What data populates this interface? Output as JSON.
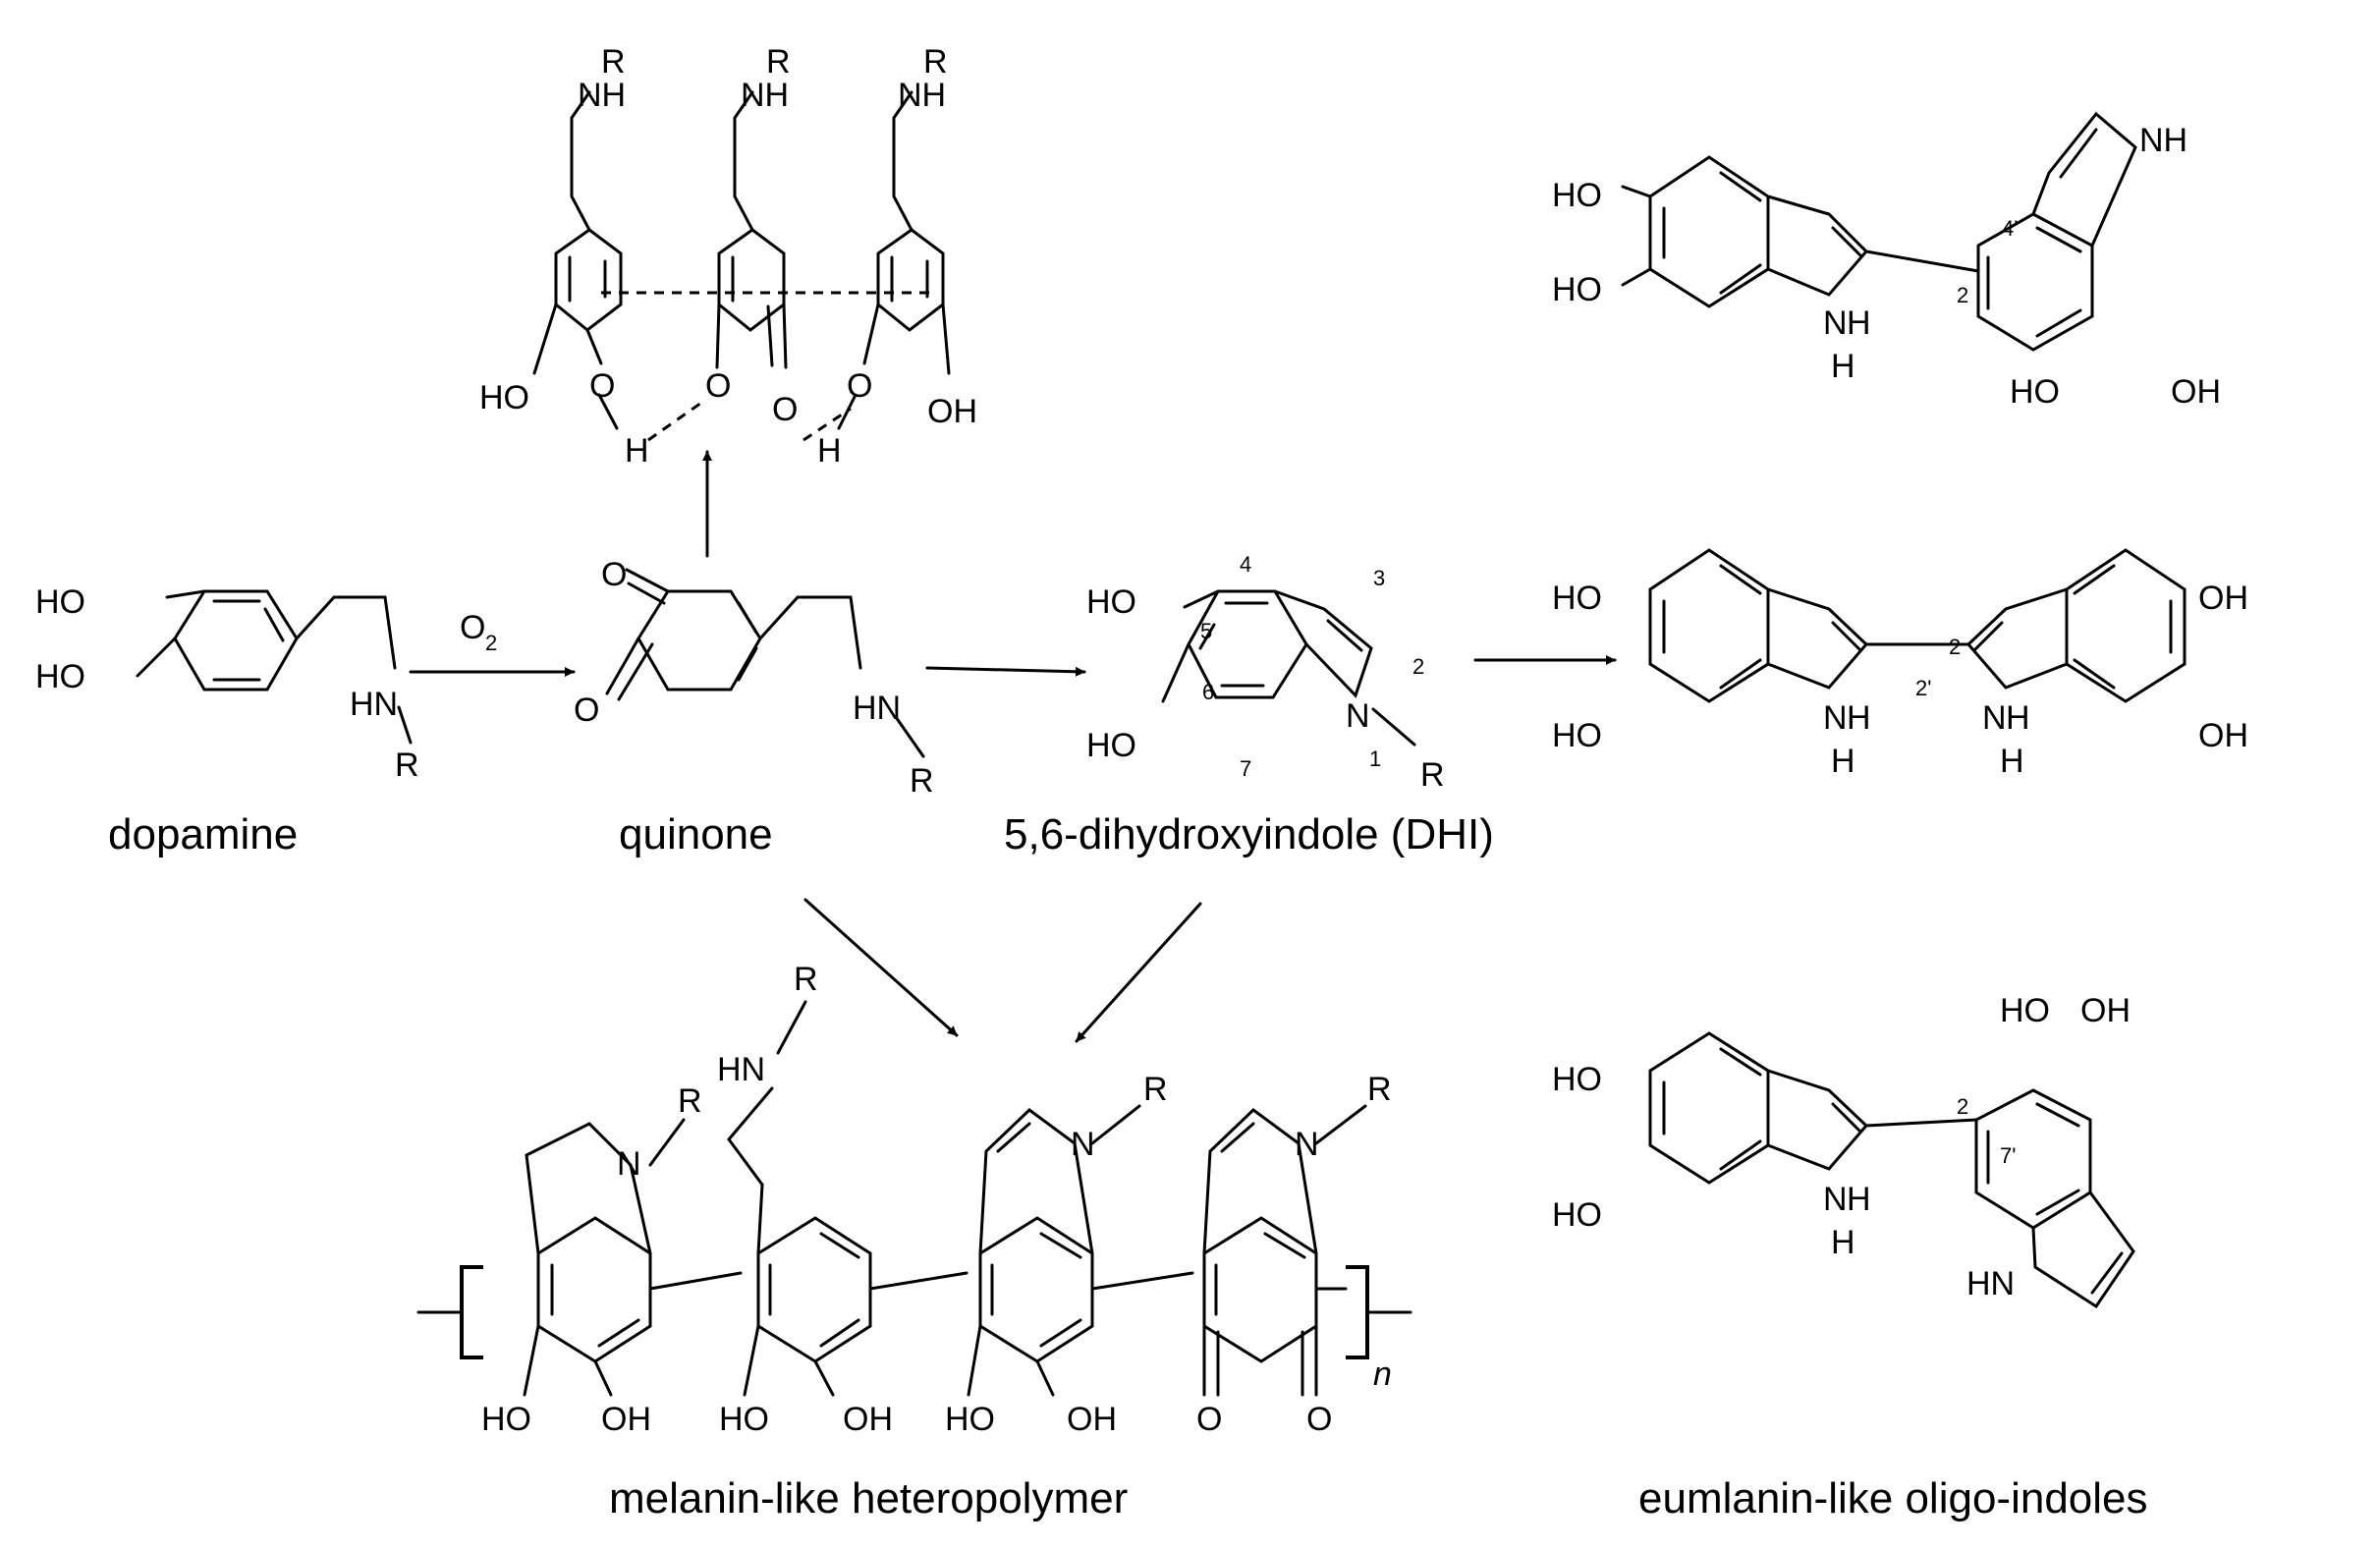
{
  "captions": {
    "dopamine": "dopamine",
    "quinone": "quinone",
    "dhi": "5,6-dihydroxyindole (DHI)",
    "heteropolymer": "melanin-like heteropolymer",
    "oligo": "eumlanin-like oligo-indoles"
  },
  "reagent": {
    "o": "O",
    "sub": "2"
  },
  "atoms": {
    "ho": "HO",
    "oh": "OH",
    "o": "O",
    "h": "H",
    "nh": "NH",
    "hn": "HN",
    "n": "N",
    "r": "R"
  },
  "numbering": {
    "n1": "1",
    "n2": "2",
    "n3": "3",
    "n4": "4",
    "n5": "5",
    "n6": "6",
    "n7": "7",
    "n2p": "2'",
    "n4p": "4'",
    "n7p": "7'"
  },
  "polymer_index": "n"
}
